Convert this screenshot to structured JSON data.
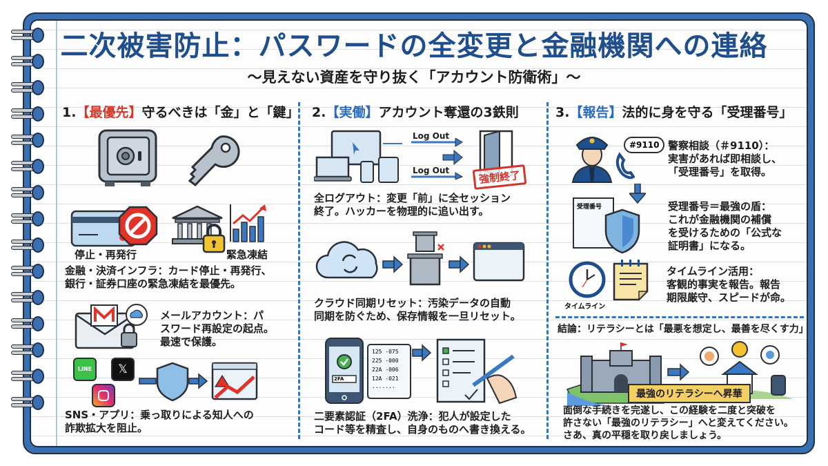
{
  "title": "二次被害防止：パスワードの全変更と金融機関への連絡",
  "subtitle": "〜見えない資産を守り抜く「アカウント防衛術」〜",
  "colors": {
    "accent_blue": "#1f4e8c",
    "accent_red": "#d33a2c",
    "frame": "#3a6fb0"
  },
  "sections": [
    {
      "number": "1.",
      "tag": "【最優先】",
      "heading": "守るべきは「金」と「鍵」",
      "icons": [
        "safe-icon",
        "key-icon",
        "credit-card-icon",
        "stop-sign-icon",
        "bank-icon",
        "padlock-icon",
        "bar-chart-icon"
      ],
      "labels": {
        "stop": "停止・再発行",
        "freeze": "緊急凍結"
      },
      "items": [
        {
          "text_line1": "金融・決済インフラ：カード停止・再発行、",
          "text_line2": "銀行・証券口座の緊急凍結を最優先。"
        },
        {
          "text_line1": "メールアカウント：パ",
          "text_line2": "スワード再設定の起点。",
          "text_line3": "最速で保護。"
        },
        {
          "text_line1": "SNS・アプリ：乗っ取りによる知人への",
          "text_line2": "詐欺拡大を阻止。"
        }
      ],
      "app_icons": {
        "line": "LINE",
        "x": "𝕏"
      }
    },
    {
      "number": "2.",
      "tag": "【実働】",
      "heading": "アカウント奪還の3鉄則",
      "logout_label": "Log Out",
      "stamp": "強制終了",
      "codes": [
        "125 -075",
        "225 -000",
        "22A -006",
        "12A -021",
        "·······"
      ],
      "twofa_label": "2FA",
      "items": [
        {
          "text_line1": "全ログアウト：変更「前」に全セッション",
          "text_line2": "終了。ハッカーを物理的に追い出す。"
        },
        {
          "text_line1": "クラウド同期リセット：汚染データの自動",
          "text_line2": "同期を防ぐため、保存情報を一旦リセット。"
        },
        {
          "text_line1": "二要素認証（2FA）洗浄：犯人が設定した",
          "text_line2": "コード等を精査し、自身のものへ書き換える。"
        }
      ]
    },
    {
      "number": "3.",
      "tag": "【報告】",
      "heading": "法的に身を守る「受理番号」",
      "bubble": "#9110",
      "doc_label": "受理番号",
      "timeline_label": "タイムライン",
      "items": [
        {
          "text_line1": "警察相談（＃9110）：",
          "text_line2": "実害があれば即相談し、",
          "text_line3": "「受理番号」を取得。"
        },
        {
          "text_line1": "受理番号＝最強の盾：",
          "text_line2": "これが金融機関の補償",
          "text_line3": "を受けるための「公式な",
          "text_line4": "証明書」になる。"
        },
        {
          "text_line1": "タイムライン活用：",
          "text_line2": "客観的事実を報告。報告",
          "text_line3": "期限厳守、スピードが命。"
        }
      ]
    }
  ],
  "conclusion": {
    "heading": "結論：リテラシーとは「最悪を想定し、最善を尽くす力」",
    "banner": "最強のリテラシーへ昇華",
    "text_line1": "面倒な手続きを完遂し、この経験を二度と突破を",
    "text_line2": "許さない「最強のリテラシー」へと変えてください。",
    "text_line3": "さあ、真の平穏を取り戻しましょう。"
  }
}
